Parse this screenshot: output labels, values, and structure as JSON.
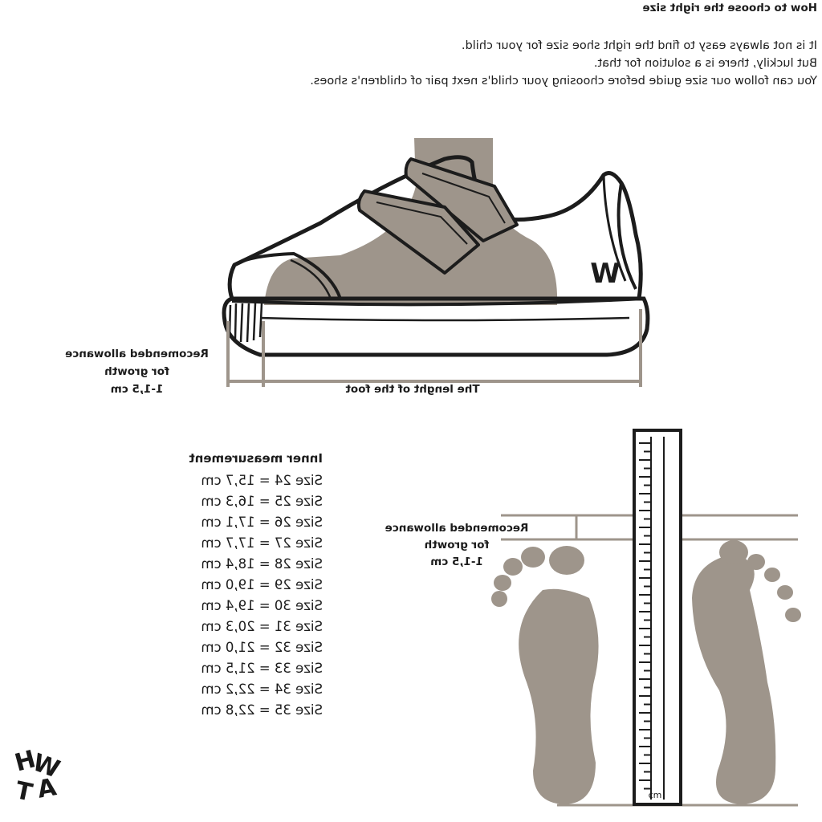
{
  "header": {
    "title": "How to choose the right size",
    "intro_lines": [
      "It is not always easy to find the right shoe size for your child.",
      "But luckily, there is a solution for that.",
      "You can follow our size guide before choosing your child's next pair of children's shoes."
    ]
  },
  "shoe_diagram": {
    "growth_label_lines": [
      "Recomended allowance",
      "for growth",
      "1-1,5 cm"
    ],
    "foot_length_label": "The lenght of the foot",
    "shoe_logo_letter": "W"
  },
  "feet_diagram": {
    "growth_label_lines": [
      "Recomended allowance",
      "for growth",
      "1-1,5 cm"
    ],
    "ruler_unit": "cm"
  },
  "size_table": {
    "heading": "Inner measurement",
    "rows": [
      "Size 24 = 15,7 cm",
      "Size 25 = 16,3 cm",
      "Size 26 = 17,1 cm",
      "Size 27 = 17,7 cm",
      "Size 28 = 18,4 cm",
      "Size 29 = 19,0 cm",
      "Size 30 = 19,4 cm",
      "Size 31 = 20,3 cm",
      "Size 32 = 21,0 cm",
      "Size 33 = 21,5 cm",
      "Size 34 = 22,2 cm",
      "Size 35 = 22,8 cm"
    ]
  },
  "brand": {
    "logo_text": "WHAT"
  },
  "colors": {
    "foot_fill": "#9e958b",
    "line": "#1c1c1c",
    "measure": "#9e958b"
  }
}
